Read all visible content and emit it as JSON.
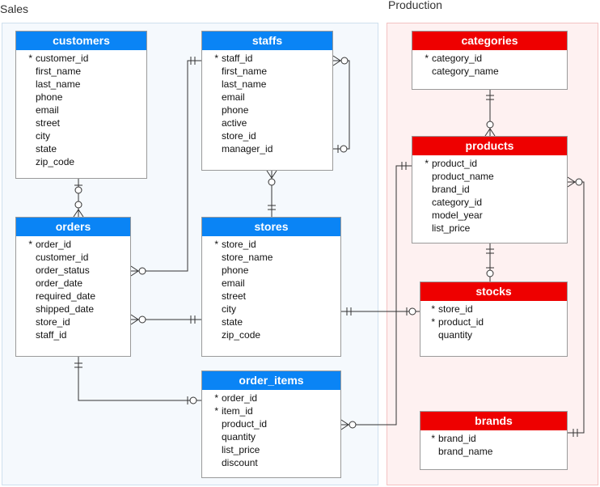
{
  "groups": {
    "sales": "Sales",
    "production": "Production"
  },
  "colors": {
    "sales_header": "#0a84f5",
    "production_header": "#ee0000",
    "sales_area": "#f5f9fd",
    "production_area": "#fef1f1"
  },
  "tables": {
    "customers": {
      "name": "customers",
      "columns": [
        {
          "pk": "*",
          "name": "customer_id"
        },
        {
          "pk": "",
          "name": "first_name"
        },
        {
          "pk": "",
          "name": "last_name"
        },
        {
          "pk": "",
          "name": "phone"
        },
        {
          "pk": "",
          "name": "email"
        },
        {
          "pk": "",
          "name": "street"
        },
        {
          "pk": "",
          "name": "city"
        },
        {
          "pk": "",
          "name": "state"
        },
        {
          "pk": "",
          "name": "zip_code"
        }
      ]
    },
    "staffs": {
      "name": "staffs",
      "columns": [
        {
          "pk": "*",
          "name": "staff_id"
        },
        {
          "pk": "",
          "name": "first_name"
        },
        {
          "pk": "",
          "name": "last_name"
        },
        {
          "pk": "",
          "name": "email"
        },
        {
          "pk": "",
          "name": "phone"
        },
        {
          "pk": "",
          "name": "active"
        },
        {
          "pk": "",
          "name": "store_id"
        },
        {
          "pk": "",
          "name": "manager_id"
        }
      ]
    },
    "orders": {
      "name": "orders",
      "columns": [
        {
          "pk": "*",
          "name": "order_id"
        },
        {
          "pk": "",
          "name": "customer_id"
        },
        {
          "pk": "",
          "name": "order_status"
        },
        {
          "pk": "",
          "name": "order_date"
        },
        {
          "pk": "",
          "name": "required_date"
        },
        {
          "pk": "",
          "name": "shipped_date"
        },
        {
          "pk": "",
          "name": "store_id"
        },
        {
          "pk": "",
          "name": "staff_id"
        }
      ]
    },
    "stores": {
      "name": "stores",
      "columns": [
        {
          "pk": "*",
          "name": "store_id"
        },
        {
          "pk": "",
          "name": "store_name"
        },
        {
          "pk": "",
          "name": "phone"
        },
        {
          "pk": "",
          "name": "email"
        },
        {
          "pk": "",
          "name": "street"
        },
        {
          "pk": "",
          "name": "city"
        },
        {
          "pk": "",
          "name": "state"
        },
        {
          "pk": "",
          "name": "zip_code"
        }
      ]
    },
    "order_items": {
      "name": "order_items",
      "columns": [
        {
          "pk": "*",
          "name": "order_id"
        },
        {
          "pk": "*",
          "name": "item_id"
        },
        {
          "pk": "",
          "name": "product_id"
        },
        {
          "pk": "",
          "name": "quantity"
        },
        {
          "pk": "",
          "name": "list_price"
        },
        {
          "pk": "",
          "name": "discount"
        }
      ]
    },
    "categories": {
      "name": "categories",
      "columns": [
        {
          "pk": "*",
          "name": "category_id"
        },
        {
          "pk": "",
          "name": "category_name"
        }
      ]
    },
    "products": {
      "name": "products",
      "columns": [
        {
          "pk": "*",
          "name": "product_id"
        },
        {
          "pk": "",
          "name": "product_name"
        },
        {
          "pk": "",
          "name": "brand_id"
        },
        {
          "pk": "",
          "name": "category_id"
        },
        {
          "pk": "",
          "name": "model_year"
        },
        {
          "pk": "",
          "name": "list_price"
        }
      ]
    },
    "stocks": {
      "name": "stocks",
      "columns": [
        {
          "pk": "*",
          "name": "store_id"
        },
        {
          "pk": "*",
          "name": "product_id"
        },
        {
          "pk": "",
          "name": "quantity"
        }
      ]
    },
    "brands": {
      "name": "brands",
      "columns": [
        {
          "pk": "*",
          "name": "brand_id"
        },
        {
          "pk": "",
          "name": "brand_name"
        }
      ]
    }
  }
}
